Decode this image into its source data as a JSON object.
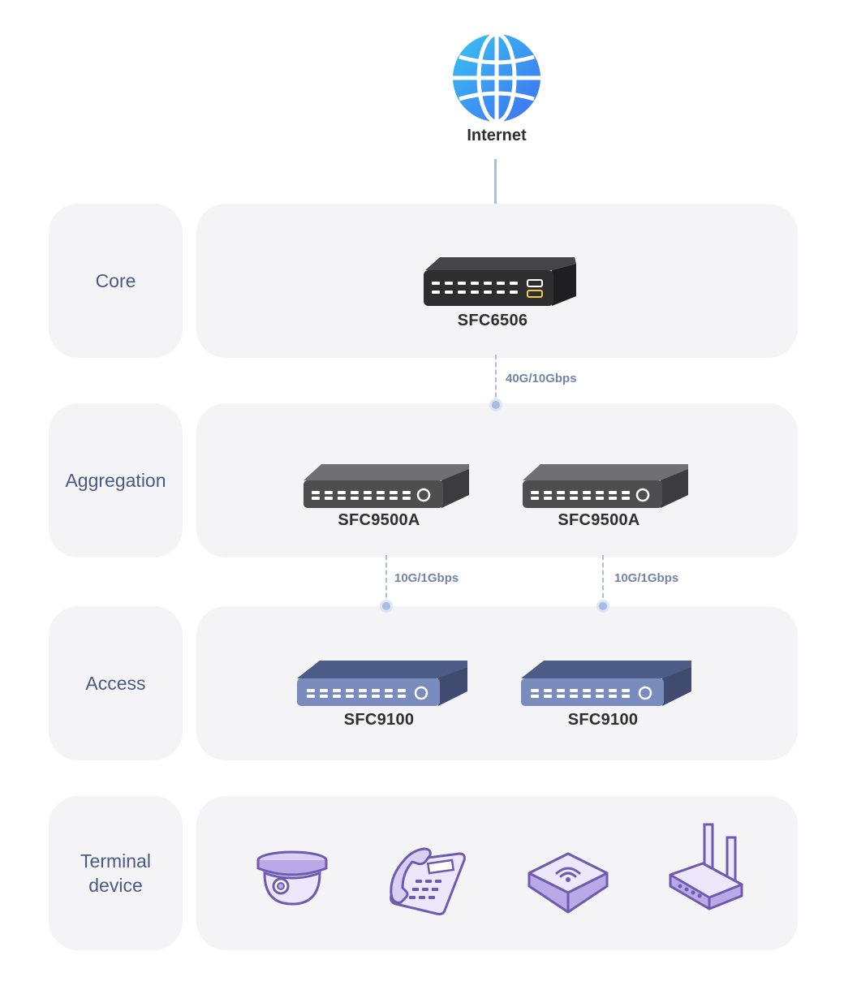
{
  "internet": {
    "label": "Internet",
    "icon": "globe-icon"
  },
  "tiers": [
    {
      "id": "core",
      "label": "Core"
    },
    {
      "id": "aggregation",
      "label": "Aggregation"
    },
    {
      "id": "access",
      "label": "Access"
    },
    {
      "id": "terminal",
      "label": "Terminal\ndevice"
    }
  ],
  "devices": {
    "core": {
      "name": "SFC6506"
    },
    "aggregation": [
      {
        "name": "SFC9500A"
      },
      {
        "name": "SFC9500A"
      }
    ],
    "access": [
      {
        "name": "SFC9100"
      },
      {
        "name": "SFC9100"
      }
    ]
  },
  "links": {
    "core_to_aggregation": "40G/10Gbps",
    "aggregation_to_access": [
      "10G/1Gbps",
      "10G/1Gbps"
    ]
  },
  "terminal_devices": [
    {
      "icon": "dome-camera-icon"
    },
    {
      "icon": "desk-phone-icon"
    },
    {
      "icon": "wifi-access-point-icon"
    },
    {
      "icon": "router-icon"
    }
  ],
  "colors": {
    "panel_bg": "#f4f4f6",
    "tier_label": "#4a5a86",
    "link_line": "#a9bde0",
    "core_switch": "#2e2e30",
    "aggregation_switch": "#555558",
    "access_switch": "#5d6d95",
    "terminal_icon": "#6e5bb0"
  }
}
